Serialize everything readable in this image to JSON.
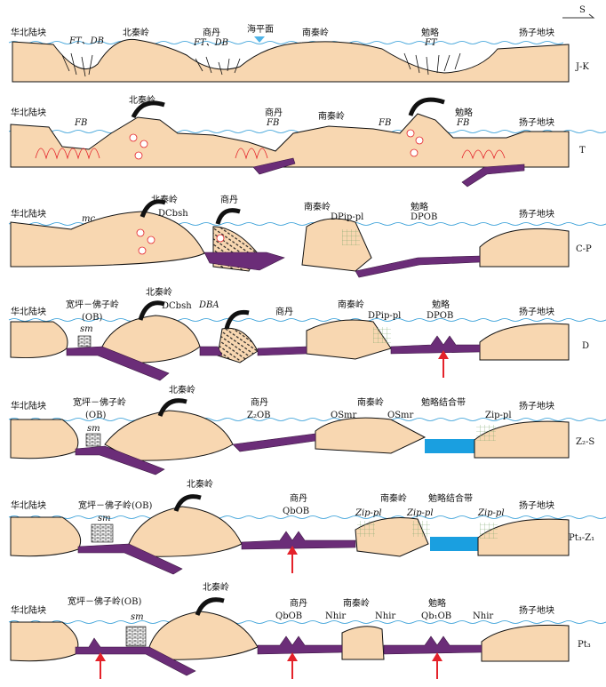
{
  "orientation": "S",
  "sea_level_label": "海平面",
  "panels": [
    {
      "stage": "J-K",
      "labels": [
        "华北陆块",
        "FT、DB",
        "北秦岭",
        "商丹",
        "FT、DB",
        "南秦岭",
        "勉略",
        "FT",
        "扬子地块"
      ]
    },
    {
      "stage": "T",
      "labels": [
        "华北陆块",
        "FB",
        "北秦岭",
        "商丹",
        "FB",
        "南秦岭",
        "FB",
        "勉略",
        "FB",
        "扬子地块"
      ]
    },
    {
      "stage": "C-P",
      "labels": [
        "华北陆块",
        "mc",
        "北秦岭",
        "DCbsh",
        "商丹",
        "南秦岭",
        "DPip-pl",
        "勉略",
        "DPOB",
        "扬子地块"
      ]
    },
    {
      "stage": "D",
      "labels": [
        "华北陆块",
        "宽坪－佛子岭",
        "(OB)",
        "sm",
        "北秦岭",
        "DCbsh",
        "DBA",
        "商丹",
        "南秦岭",
        "DPip-pl",
        "勉略",
        "DPOB",
        "扬子地块"
      ]
    },
    {
      "stage": "Z₂-S",
      "labels": [
        "华北陆块",
        "宽坪－佛子岭",
        "(OB)",
        "sm",
        "北秦岭",
        "商丹",
        "Z₂OB",
        "南秦岭",
        "OSmr",
        "OSmr",
        "勉略结合带",
        "Zip-pl",
        "扬子地块"
      ]
    },
    {
      "stage": "Pt₃-Z₁",
      "labels": [
        "华北陆块",
        "宽坪－佛子岭(OB)",
        "sm",
        "北秦岭",
        "商丹",
        "QbOB",
        "南秦岭",
        "勉略结合带",
        "Zip-pl",
        "Zip-pl",
        "Zip-pl",
        "扬子地块"
      ]
    },
    {
      "stage": "Pt₃",
      "labels": [
        "华北陆块",
        "宽坪－佛子岭(OB)",
        "sm",
        "北秦岭",
        "商丹",
        "QbOB",
        "Nhir",
        "南秦岭",
        "Nhir",
        "勉略",
        "Qb₁OB",
        "Nhir",
        "扬子地块"
      ]
    }
  ]
}
